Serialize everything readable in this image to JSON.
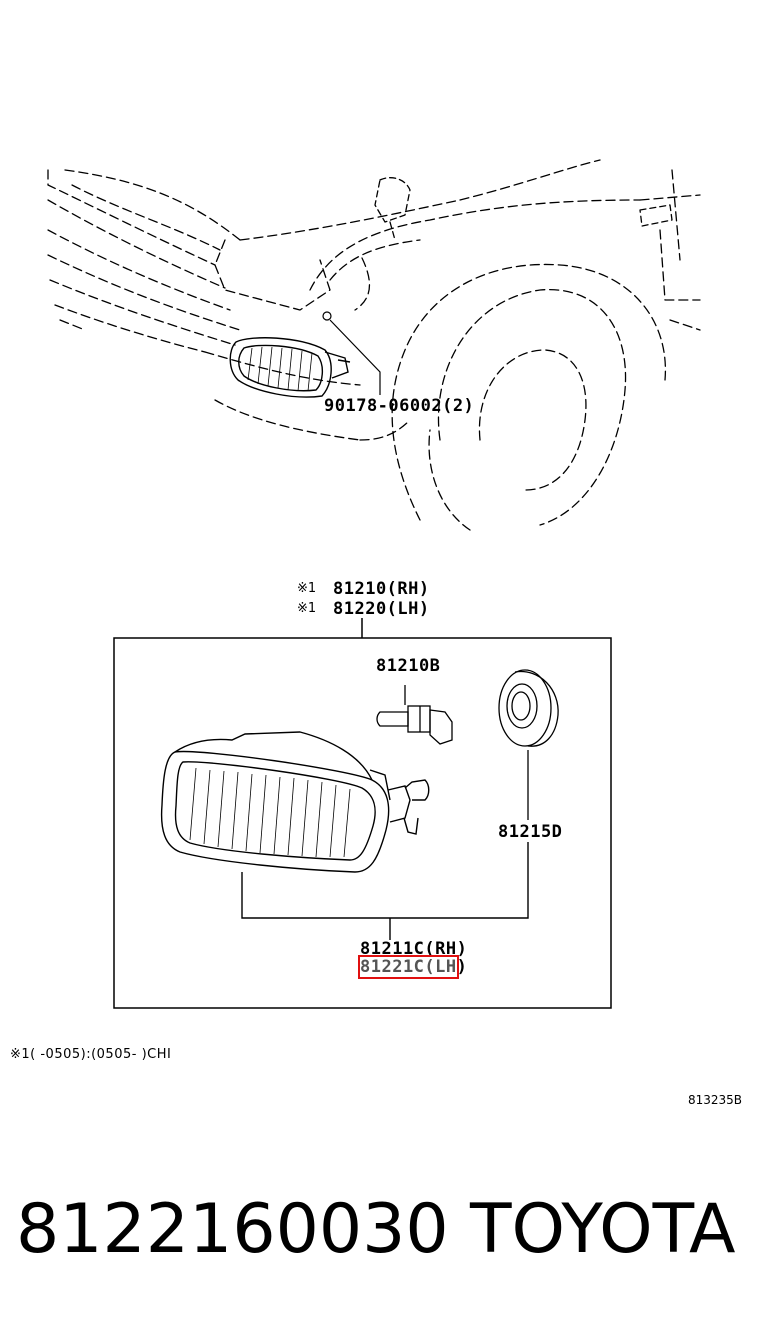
{
  "callouts": {
    "screw": "90178-06002(2)",
    "assy_rh": "81210(RH)",
    "assy_lh": "81220(LH)",
    "assy_mark": "※1",
    "bulb": "81210B",
    "socket": "81215D",
    "unit_rh": "81211C(RH)",
    "unit_lh_code": "81221C(LH",
    "unit_lh_paren": ")"
  },
  "footnote": "※1(     -0505):(0505-     )CHI",
  "figure_code": "813235B",
  "part_number": "8122160030",
  "brand": "TOYOTA",
  "highlight_color": "#e01010"
}
